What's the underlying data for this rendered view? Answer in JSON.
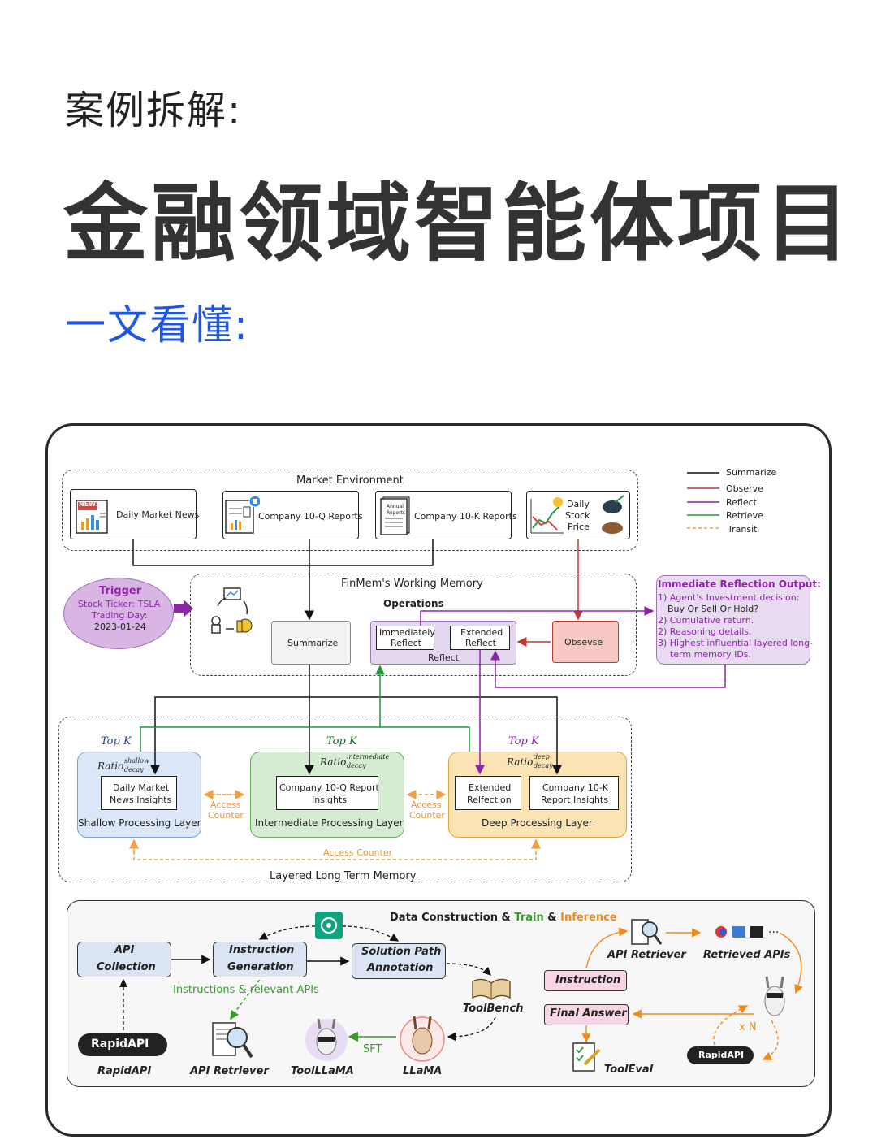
{
  "header": {
    "subtitle": "案例拆解:",
    "title": "金融领域智能体项目",
    "tagline": "一文看懂:"
  },
  "finmem": {
    "market_env_title": "Market Environment",
    "sources": [
      "Daily Market News",
      "Company 10-Q Reports",
      "Company 10-K Reports"
    ],
    "stock_price": [
      "Daily",
      "Stock",
      "Price"
    ],
    "news_icon_label": "NEWS",
    "annual_icon_label": [
      "Annual",
      "Reports"
    ],
    "legend": [
      "Summarize",
      "Observe",
      "Reflect",
      "Retrieve",
      "Transit"
    ],
    "legend_colors": [
      "#111111",
      "#c0392b",
      "#8e24aa",
      "#1e9a3c",
      "#f0a040"
    ],
    "trigger": {
      "title": "Trigger",
      "ticker": "Stock Ticker: TSLA",
      "day_label": "Trading Day:",
      "date": "2023-01-24"
    },
    "working_memory_title": "FinMem's Working Memory",
    "operations_label": "Operations",
    "summarize": "Summarize",
    "immediately_reflect": [
      "Immediately",
      "Reflect"
    ],
    "extended_reflect": [
      "Extended",
      "Reflect"
    ],
    "reflect": "Reflect",
    "observe": "Obsevse",
    "output": {
      "title": "Immediate Reflection Output:",
      "lines": [
        "1) Agent's Investment decision:",
        "Buy Or Sell Or Hold?",
        "2) Cumulative return.",
        "2) Reasoning details.",
        "3) Highest influential layered long-",
        "term memory IDs."
      ]
    },
    "topk": "Top K",
    "ratio": "Ratio",
    "ratio_shallow": [
      "shallow",
      "decay"
    ],
    "ratio_intermediate": [
      "intermediate",
      "decay"
    ],
    "ratio_deep": [
      "deep",
      "decay"
    ],
    "shallow_box": [
      "Daily Market",
      "News Insights"
    ],
    "intermediate_box": [
      "Company 10-Q Report",
      "Insights"
    ],
    "deep_box1": [
      "Extended",
      "Relfection"
    ],
    "deep_box2": [
      "Company 10-K",
      "Report  Insights"
    ],
    "shallow_layer": "Shallow Processing Layer",
    "intermediate_layer": "Intermediate Processing Layer",
    "deep_layer": "Deep Processing Layer",
    "access_counter": [
      "Access",
      "Counter"
    ],
    "access_counter_full": "Access Counter",
    "long_term_title": "Layered Long Term Memory"
  },
  "toolllm": {
    "title_a": "Data Construction & ",
    "title_b": "Train",
    "title_c": " & ",
    "title_d": "Inference",
    "api_collection": [
      "API",
      "Collection"
    ],
    "instruction_generation": [
      "Instruction",
      "Generation"
    ],
    "solution_path": [
      "Solution Path",
      "Annotation"
    ],
    "toolbench": "ToolBench",
    "instructions_relevant": "Instructions & relevant APIs",
    "sft": "SFT",
    "rapidapi_logo": "RapidAPI",
    "rapidapi_logo_small": "RapidAPI",
    "rapidapi": "RapidAPI",
    "api_retriever": "API Retriever",
    "toolllama": "ToolLLaMA",
    "llama": "LLaMA",
    "api_retriever_right": "API Retriever",
    "retrieved_apis": "Retrieved APIs",
    "instruction": "Instruction",
    "final_answer": "Final Answer",
    "toolevel": "ToolEval",
    "xn": "x N",
    "ellipsis": "..."
  }
}
